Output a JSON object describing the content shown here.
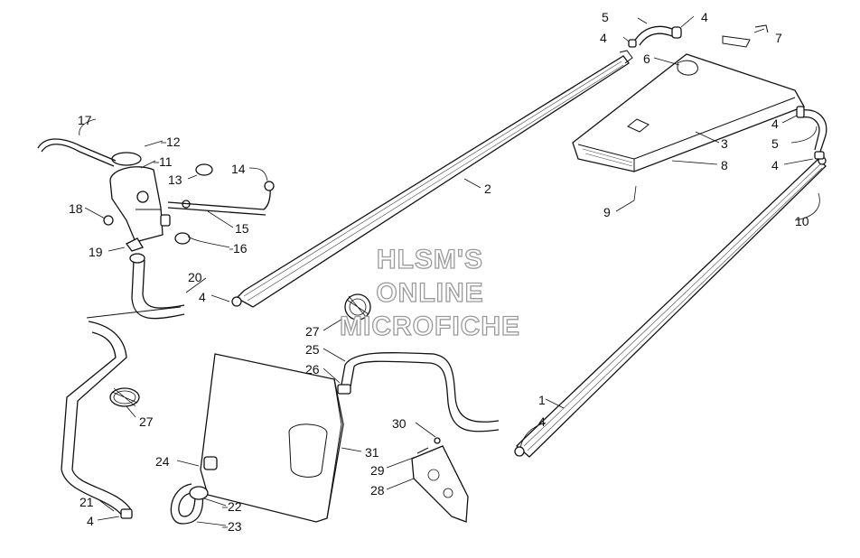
{
  "watermark": {
    "line1": "HLSM'S",
    "line2": "ONLINE",
    "line3": "MICROFICHE"
  },
  "callouts": [
    {
      "id": "c-5-top",
      "text": "5"
    },
    {
      "id": "c-4-top-a",
      "text": "4"
    },
    {
      "id": "c-4-top-b",
      "text": "4"
    },
    {
      "id": "c-7",
      "text": "7"
    },
    {
      "id": "c-6",
      "text": "6"
    },
    {
      "id": "c-4-right-a",
      "text": "4"
    },
    {
      "id": "c-5-right",
      "text": "5"
    },
    {
      "id": "c-4-right-b",
      "text": "4"
    },
    {
      "id": "c-3",
      "text": "3"
    },
    {
      "id": "c-8",
      "text": "8"
    },
    {
      "id": "c-9",
      "text": "9"
    },
    {
      "id": "c-10",
      "text": "10"
    },
    {
      "id": "c-2",
      "text": "2"
    },
    {
      "id": "c-17",
      "text": "17"
    },
    {
      "id": "c-12",
      "text": "12"
    },
    {
      "id": "c-11",
      "text": "11"
    },
    {
      "id": "c-13",
      "text": "13"
    },
    {
      "id": "c-14",
      "text": "14"
    },
    {
      "id": "c-18",
      "text": "18"
    },
    {
      "id": "c-15",
      "text": "15"
    },
    {
      "id": "c-19",
      "text": "19"
    },
    {
      "id": "c-16",
      "text": "16"
    },
    {
      "id": "c-20",
      "text": "20"
    },
    {
      "id": "c-4-mid",
      "text": "4"
    },
    {
      "id": "c-27-top",
      "text": "27"
    },
    {
      "id": "c-25",
      "text": "25"
    },
    {
      "id": "c-26",
      "text": "26"
    },
    {
      "id": "c-1",
      "text": "1"
    },
    {
      "id": "c-4-lower",
      "text": "4"
    },
    {
      "id": "c-27-left",
      "text": "27"
    },
    {
      "id": "c-30",
      "text": "30"
    },
    {
      "id": "c-31",
      "text": "31"
    },
    {
      "id": "c-24",
      "text": "24"
    },
    {
      "id": "c-29",
      "text": "29"
    },
    {
      "id": "c-28",
      "text": "28"
    },
    {
      "id": "c-22",
      "text": "22"
    },
    {
      "id": "c-21",
      "text": "21"
    },
    {
      "id": "c-23",
      "text": "23"
    },
    {
      "id": "c-4-bottom",
      "text": "4"
    }
  ]
}
